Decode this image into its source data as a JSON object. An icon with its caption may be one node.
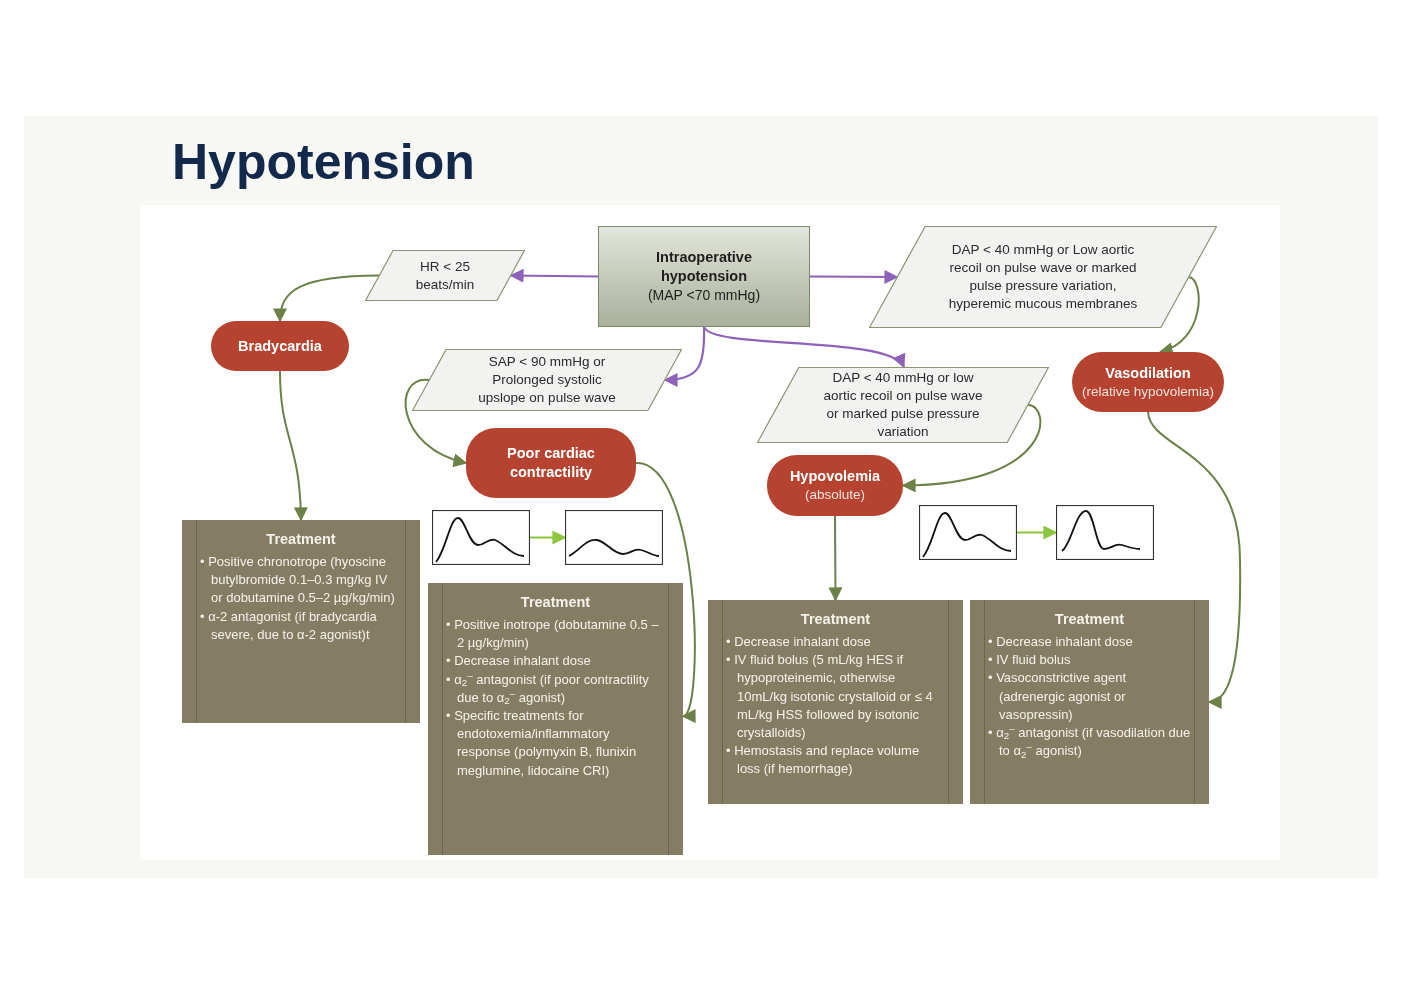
{
  "diagram": {
    "title": "Hypotension",
    "nodes": [
      {
        "text": [
          "Intraoperative hypotension",
          "(MAP <70 mmHg)"
        ]
      },
      {
        "text": [
          "HR < 25 beats/min"
        ]
      },
      {
        "text": [
          "DAP < 40 mmHg or Low aortic recoil on pulse wave or marked pulse pressure variation, hyperemic mucous membranes"
        ]
      },
      {
        "text": [
          "Bradycardia"
        ]
      },
      {
        "text": [
          "SAP < 90 mmHg or Prolonged systolic upslope on pulse wave"
        ]
      },
      {
        "text": [
          "DAP < 40 mmHg or low aortic recoil on pulse wave or marked pulse pressure variation"
        ]
      },
      {
        "text": [
          "Vasodilation",
          "(relative hypovolemia)"
        ]
      },
      {
        "text": [
          "Poor cardiac contractility"
        ]
      },
      {
        "text": [
          "Hypovolemia",
          "(absolute)"
        ]
      },
      {
        "text": [],
        "shape": "picture"
      },
      {
        "text": [],
        "shape": "picture"
      },
      {
        "text": [],
        "shape": "picture"
      },
      {
        "text": [],
        "shape": "picture"
      },
      {
        "text": [
          "Treatment",
          "• Positive chronotrope (hyoscine butylbromide 0.1–0.3 mg/kg IV or dobutamine 0.5–2 µg/kg/min)",
          "• α-2 antagonist (if bradycardia severe, due to α-2 agonist)t"
        ]
      },
      {
        "text": [
          "Treatment",
          "• Positive inotrope (dobutamine 0.5 –2 µg/kg/min)",
          "• Decrease inhalant dose",
          "• α$_{2}$$^{–}$ antagonist (if poor contractility due to α$_{2}$$^{–}$ agonist)",
          "• Specific treatments for endotoxemia/inflammatory response (polymyxin B, flunixin meglumine, lidocaine CRI)"
        ]
      },
      {
        "text": [
          "Treatment",
          "• Decrease inhalant dose",
          "• IV fluid bolus (5 mL/kg HES if hypoproteinemic, otherwise 10mL/kg isotonic crystalloid or ≤ 4 mL/kg HSS followed by isotonic crystalloids)",
          "• Hemostasis and replace volume loss (if hemorrhage)"
        ]
      },
      {
        "text": [
          "Treatment",
          "• Decrease inhalant dose",
          "• IV fluid bolus",
          "• Vasoconstrictive agent (adrenergic agonist or vasopressin)",
          "• α$_{2}$$^{–}$ antagonist (if vasodilation due to α$_{2}$$^{–}$ agonist)"
        ]
      }
    ],
    "edges": [
      {
        "from": 0,
        "to": 1,
        "arrow": "to",
        "color": "#8e62b8"
      },
      {
        "from": 0,
        "to": 2,
        "arrow": "to",
        "color": "#8e62b8"
      },
      {
        "from": 0,
        "to": 4,
        "arrow": "to",
        "color": "#8e62b8"
      },
      {
        "from": 0,
        "to": 5,
        "arrow": "to",
        "color": "#8e62b8"
      },
      {
        "from": 1,
        "to": 3,
        "arrow": "to"
      },
      {
        "from": 4,
        "to": 7,
        "arrow": "to"
      },
      {
        "from": 2,
        "to": 6,
        "arrow": "to"
      },
      {
        "from": 5,
        "to": 8,
        "arrow": "to"
      },
      {
        "from": 3,
        "to": 13,
        "arrow": "to"
      },
      {
        "from": 7,
        "to": 14,
        "arrow": "to"
      },
      {
        "from": 8,
        "to": 15,
        "arrow": "to"
      },
      {
        "from": 6,
        "to": 16,
        "arrow": "to"
      },
      {
        "from": 9,
        "to": 10,
        "arrow": "to",
        "color": "#8cc63f"
      },
      {
        "from": 11,
        "to": 12,
        "arrow": "to",
        "color": "#8cc63f"
      }
    ]
  }
}
